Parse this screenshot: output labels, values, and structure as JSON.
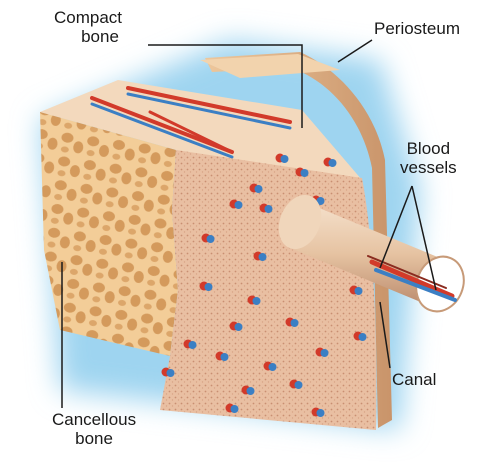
{
  "labels": {
    "compact_bone": [
      "Compact",
      "bone"
    ],
    "periosteum": [
      "Periosteum"
    ],
    "blood_vessels": [
      "Blood",
      "vessels"
    ],
    "canal": [
      "Canal"
    ],
    "cancellous_bone": [
      "Cancellous",
      "bone"
    ]
  },
  "colors": {
    "background": "#ffffff",
    "glow": "#9ed4f0",
    "compact_bone": "#e9bfa2",
    "compact_stipple": "#c98f72",
    "top_face": "#f3d9bd",
    "cancellous_bone": "#f1c58e",
    "cancellous_pore": "#d8a166",
    "periosteum": "#e2b68a",
    "canal_tube": "#e8c9a8",
    "artery": "#d23a2a",
    "vein": "#3b7fc4",
    "leader_line": "#1a1a1a"
  },
  "icons": [
    "bone-cross-section-illustration"
  ]
}
